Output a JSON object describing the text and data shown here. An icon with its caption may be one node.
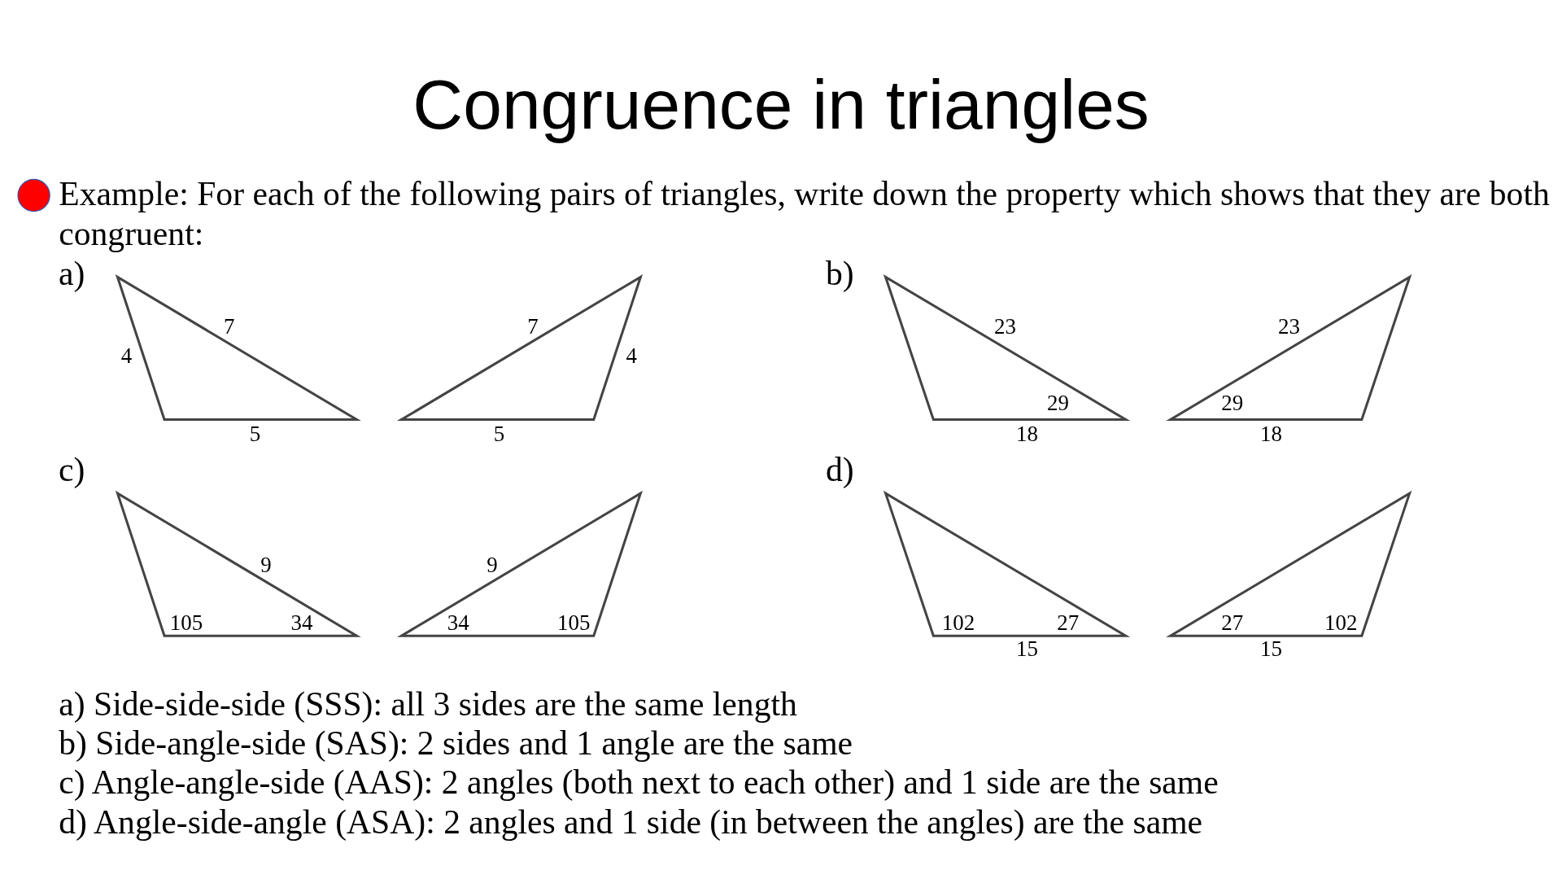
{
  "diagram": {
    "title": "Congruence in triangles",
    "labels": [
      "Example: For each of the following pairs of triangles, write down the property which shows that they are both congruent:",
      "a)",
      "7",
      "4",
      "5",
      "7",
      "4",
      "5",
      "b)",
      "23",
      "29",
      "18",
      "23",
      "29",
      "18",
      "c)",
      "9",
      "105",
      "34",
      "9",
      "34",
      "105",
      "d)",
      "102",
      "27",
      "15",
      "27",
      "102",
      "15",
      "a) Side-side-side (SSS): all 3 sides are the same length",
      "b) Side-angle-side (SAS): 2 sides and 1 angle are the same",
      "c) Angle-angle-side (AAS): 2 angles (both next to each other) and 1 side are the same",
      "d) Angle-side-angle (ASA): 2 angles and 1 side (in between the angles) are the same"
    ]
  }
}
